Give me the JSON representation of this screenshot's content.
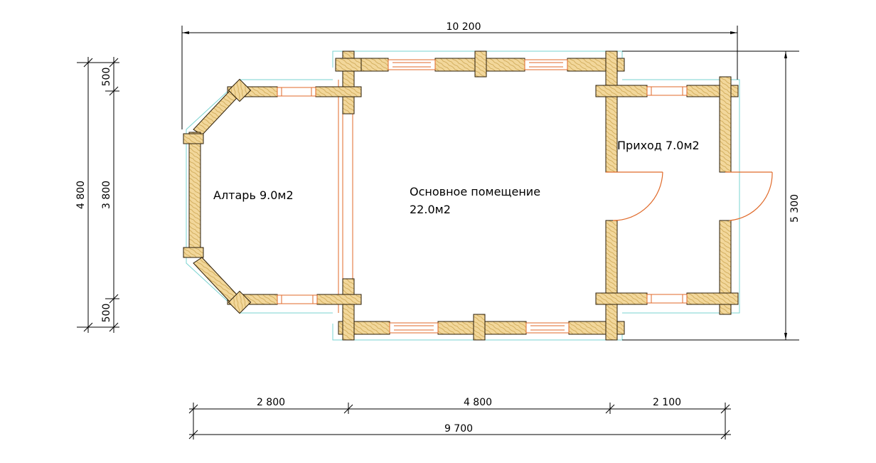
{
  "plan": {
    "colors": {
      "timber": "#f2d79b",
      "timber_line": "#c9a24c",
      "wall_edge": "#2a1c08",
      "outline": "#7ad3d0",
      "window": "#e06a2a",
      "dimension": "#000000"
    },
    "rooms": {
      "altar": "Алтарь 9.0м2",
      "main_line1": "Основное помещение",
      "main_line2": "22.0м2",
      "entry": "Приход 7.0м2"
    },
    "dimensions": {
      "top_total": "10 200",
      "right_total": "5 300",
      "left_outer": "4 800",
      "left_inner_middle": "3 800",
      "left_inner_top": "500",
      "left_inner_bottom": "500",
      "bottom_seg1": "2 800",
      "bottom_seg2": "4 800",
      "bottom_seg3": "2 100",
      "bottom_total": "9 700"
    }
  }
}
